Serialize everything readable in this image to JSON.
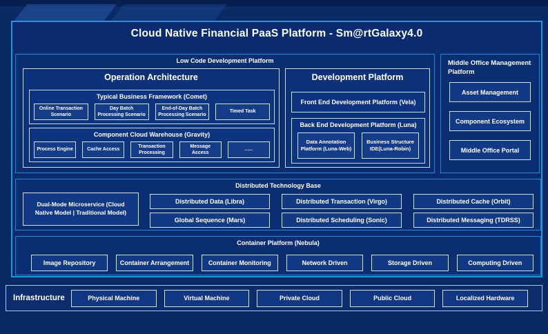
{
  "title": "Cloud Native Financial PaaS Platform - Sm@rtGalaxy4.0",
  "colors": {
    "background": "#0a2a66",
    "accent_border": "#1e96e0",
    "pale_border": "#cfdef2",
    "panel_fill": "#0d3179",
    "leaf_fill": "#123a84",
    "text": "#ffffff"
  },
  "lowcode": {
    "label": "Low Code Development Platform",
    "operation": {
      "title": "Operation Architecture",
      "typical": {
        "title": "Typical Business Framework (Comet)",
        "items": [
          "Online Transaction Scenario",
          "Day Batch Processing Scenario",
          "End-of-Day Batch Processing Scenario",
          "Timed Task"
        ]
      },
      "gravity": {
        "title": "Component Cloud Warehouse (Gravity)",
        "items": [
          "Process Engine",
          "Cache Access",
          "Transaction Processing",
          "Message Access",
          "......"
        ]
      }
    },
    "development": {
      "title": "Development Platform",
      "frontend": "Front End Development Platform (Vela)",
      "backend": {
        "title": "Back End Development Platform (Luna)",
        "items": [
          "Data Annotation Platform (Luna-Web)",
          "Business Structure IDE(Luna-Robin)"
        ]
      }
    }
  },
  "middle_office": {
    "label": "Middle Office Management Platform",
    "items": [
      "Asset Management",
      "Component Ecosystem",
      "Middle Office Portal"
    ]
  },
  "distributed": {
    "label": "Distributed Technology Base",
    "dual_mode": "Dual-Mode Microservice (Cloud Native Model | Traditional Model)",
    "items": [
      "Distributed Data (Libra)",
      "Distributed Transaction (Virgo)",
      "Distributed Cache (Orbit)",
      "Global Sequence (Mars)",
      "Distributed Scheduling (Sonic)",
      "Distributed Messaging (TDRSS)"
    ]
  },
  "container": {
    "label": "Container Platform (Nebula)",
    "items": [
      "Image Repository",
      "Container Arrangement",
      "Container Monitoring",
      "Network Driven",
      "Storage Driven",
      "Computing Driven"
    ]
  },
  "infrastructure": {
    "label": "Infrastructure",
    "items": [
      "Physical Machine",
      "Virtual Machine",
      "Private Cloud",
      "Public Cloud",
      "Localized Hardware"
    ]
  }
}
